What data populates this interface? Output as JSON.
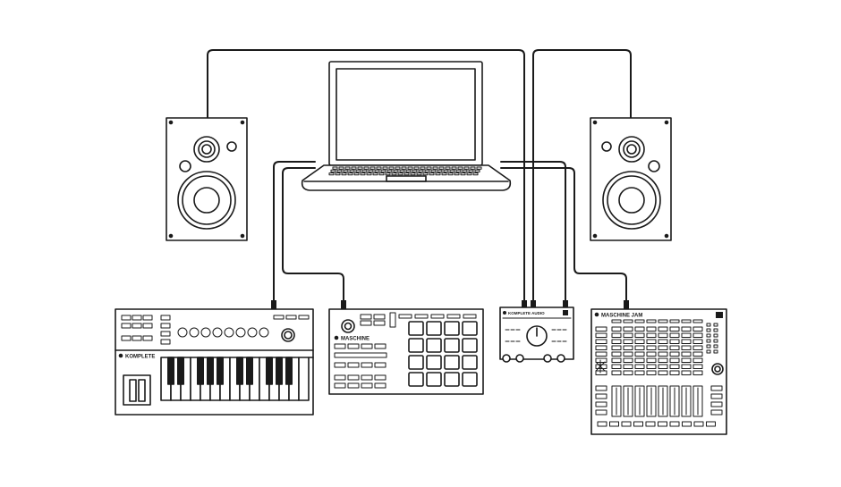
{
  "diagram": {
    "colors": {
      "line": "#1a1a1a",
      "background": "#ffffff"
    },
    "devices": {
      "laptop": {
        "icon": "laptop-icon"
      },
      "speaker_left": {
        "icon": "speaker-icon"
      },
      "speaker_right": {
        "icon": "speaker-icon"
      },
      "keyboard": {
        "brand_label": "KOMPLETE",
        "icon": "midi-keyboard-icon"
      },
      "maschine_mikro": {
        "brand_label": "MASCHINE",
        "icon": "pad-controller-icon"
      },
      "audio_interface": {
        "brand_label": "KOMPLETE AUDIO",
        "icon": "audio-interface-icon"
      },
      "maschine_jam": {
        "brand_label": "MASCHINE JAM",
        "icon": "grid-controller-icon"
      }
    }
  }
}
